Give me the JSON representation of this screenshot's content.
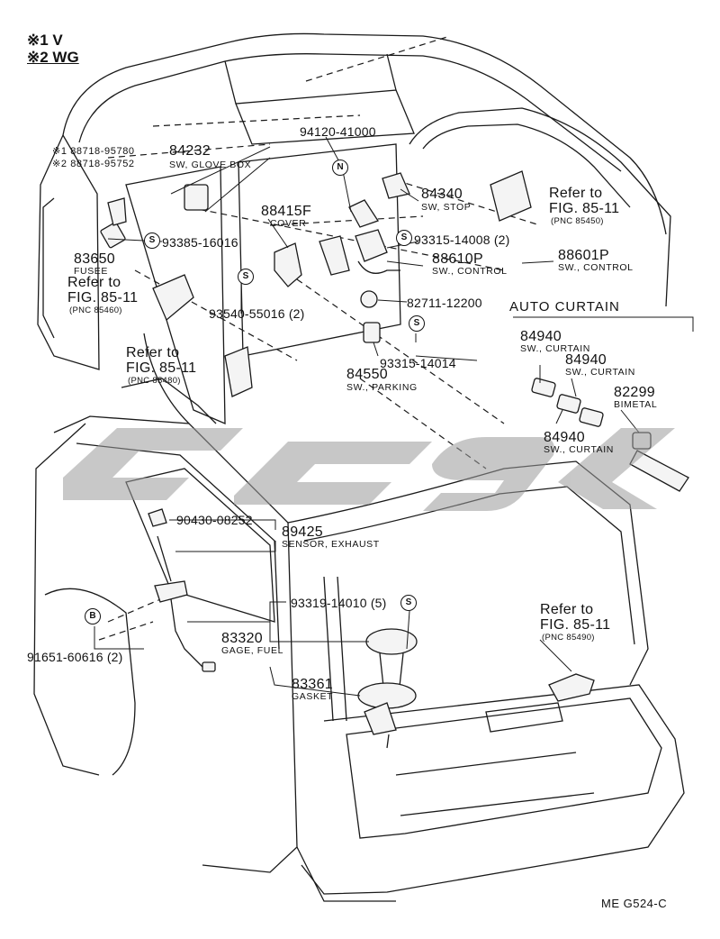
{
  "legend": {
    "line1": "※1 V",
    "line2": "※2 WG"
  },
  "figure_code": "ME G524-C",
  "section": {
    "title": "AUTO CURTAIN"
  },
  "symbols": {
    "n": "N",
    "s": "S",
    "b": "B"
  },
  "parts": {
    "p_94120": "94120-41000",
    "p_88718a": "※1 88718-95780",
    "p_88718b": "※2 88718-95752",
    "p_84232": "84232",
    "p_84232_cap": "SW, GLOVE BOX",
    "p_84340": "84340",
    "p_84340_cap": "SW, STOP",
    "p_88415": "88415F",
    "p_88415_cap": "COVER",
    "p_93385": "93385-16016",
    "p_93315a": "93315-14008 (2)",
    "p_88601": "88601P",
    "p_88601_cap": "SW., CONTROL",
    "p_88610": "88610P",
    "p_88610_cap": "SW., CONTROL",
    "p_83650": "83650",
    "p_83650_cap": "FUSEE",
    "p_82711": "82711-12200",
    "p_93540": "93540-55016 (2)",
    "p_93315b": "93315-14014",
    "p_84550": "84550",
    "p_84550_cap": "SW., PARKING",
    "p_84940a": "84940",
    "p_84940a_cap": "SW., CURTAIN",
    "p_84940b": "84940",
    "p_84940b_cap": "SW., CURTAIN",
    "p_84940c": "84940",
    "p_84940c_cap": "SW., CURTAIN",
    "p_82299": "82299",
    "p_82299_cap": "BIMETAL",
    "p_90430": "90430-08252",
    "p_89425": "89425",
    "p_89425_cap": "SENSOR, EXHAUST",
    "p_93319": "93319-14010 (5)",
    "p_83320": "83320",
    "p_83320_cap": "GAGE, FUEL",
    "p_83361": "83361",
    "p_83361_cap": "GASKET",
    "p_91651": "91651-60616 (2)"
  },
  "refs": {
    "r1": {
      "line1": "Refer to",
      "line2": "FIG. 85-11",
      "pnc": "(PNC 85450)"
    },
    "r2": {
      "line1": "Refer to",
      "line2": "FIG. 85-11",
      "pnc": "(PNC 85460)"
    },
    "r3": {
      "line1": "Refer to",
      "line2": "FIG. 85-11",
      "pnc": "(PNC 85480)"
    },
    "r4": {
      "line1": "Refer to",
      "line2": "FIG. 85-11",
      "pnc": "(PNC 85490)"
    }
  }
}
